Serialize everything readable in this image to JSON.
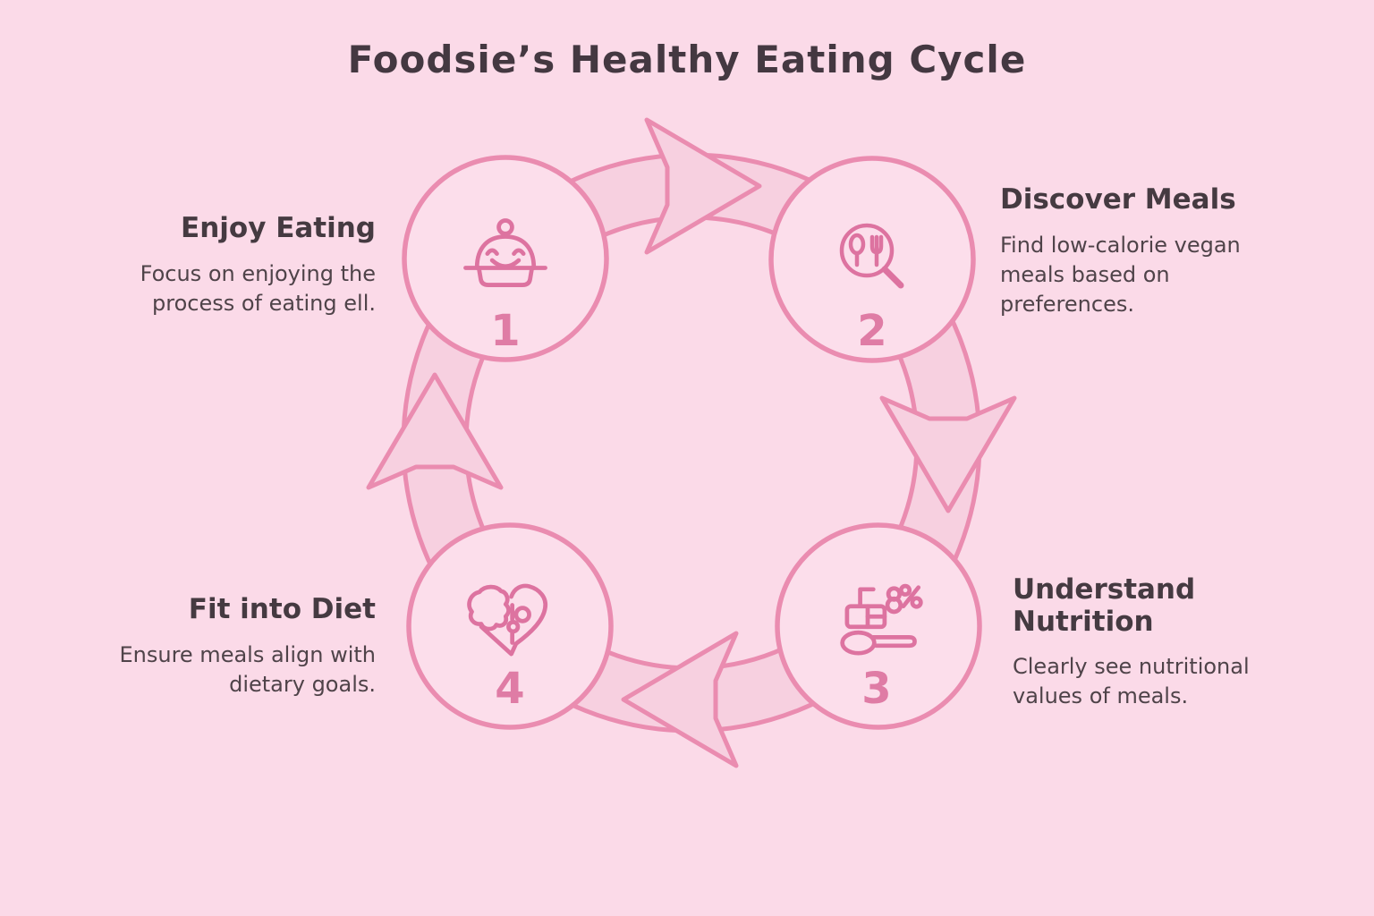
{
  "title": "Foodsie’s Healthy Eating Cycle",
  "colors": {
    "background": "#fbdae8",
    "band_fill": "#f7d0e0",
    "circle_fill": "#fcdeeb",
    "outline_pink": "#ea8cb0",
    "icon_stroke": "#dd73a0",
    "number_pink": "#df7ca5",
    "heading_text": "#453a41",
    "body_text": "#4f4349"
  },
  "steps": [
    {
      "number": "1",
      "heading": "Enjoy Eating",
      "description": "Focus on enjoying the process of eating ell.",
      "icon": "smiling-cloche-icon"
    },
    {
      "number": "2",
      "heading": "Discover Meals",
      "description": "Find low-calorie vegan meals based on preferences.",
      "icon": "magnifier-utensils-icon"
    },
    {
      "number": "3",
      "heading": "Understand Nutrition",
      "description": "Clearly see nutritional values of meals.",
      "icon": "nutrition-measuring-spoon-icon"
    },
    {
      "number": "4",
      "heading": "Fit into Diet",
      "description": "Ensure meals align with dietary goals.",
      "icon": "heart-puzzle-icon"
    }
  ]
}
